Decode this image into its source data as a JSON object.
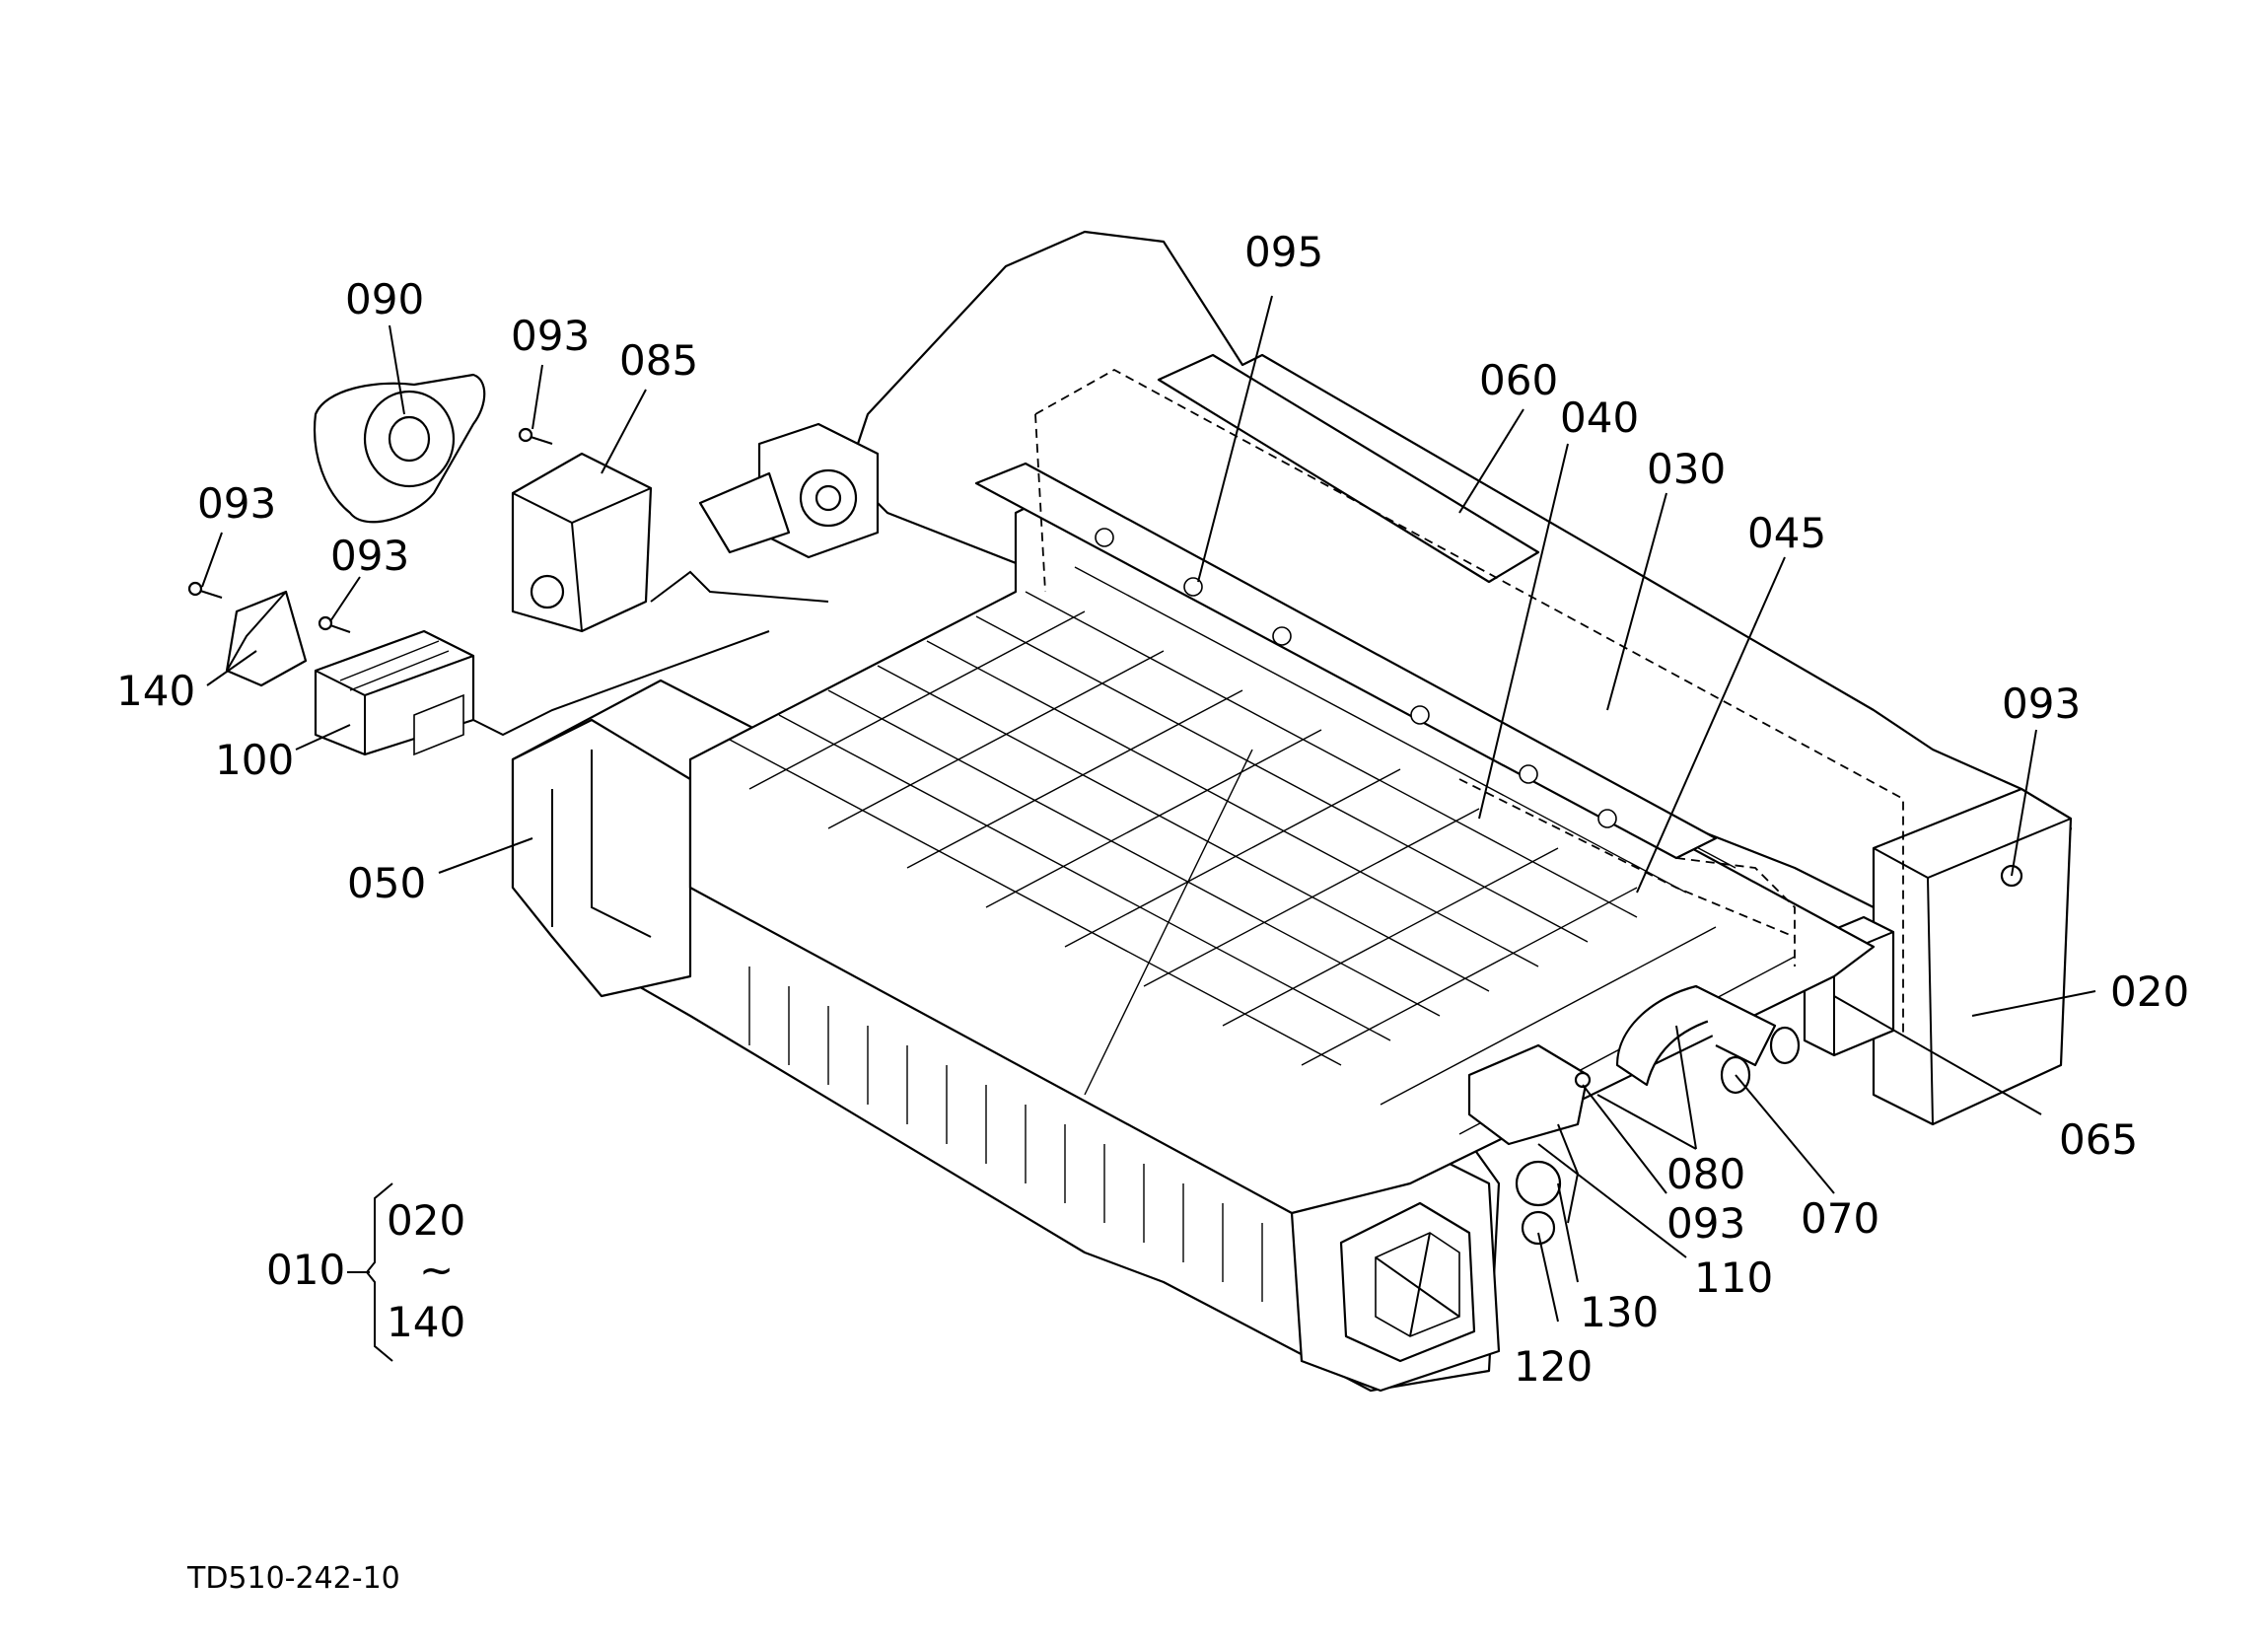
{
  "diagram": {
    "drawing_code": "TD510-242-10",
    "callouts": {
      "p095": "095",
      "p090": "090",
      "p093_a": "093",
      "p085": "085",
      "p060": "060",
      "p040": "040",
      "p030": "030",
      "p093_b": "093",
      "p045": "045",
      "p093_c": "093",
      "p140": "140",
      "p100": "100",
      "p093_d": "093",
      "p050": "050",
      "p020": "020",
      "p065": "065",
      "p080": "080",
      "p070": "070",
      "p093_e": "093",
      "p110": "110",
      "p130": "130",
      "p120": "120"
    },
    "assembly": {
      "parent": "010",
      "from": "020",
      "tilde": "~",
      "to": "140"
    }
  }
}
